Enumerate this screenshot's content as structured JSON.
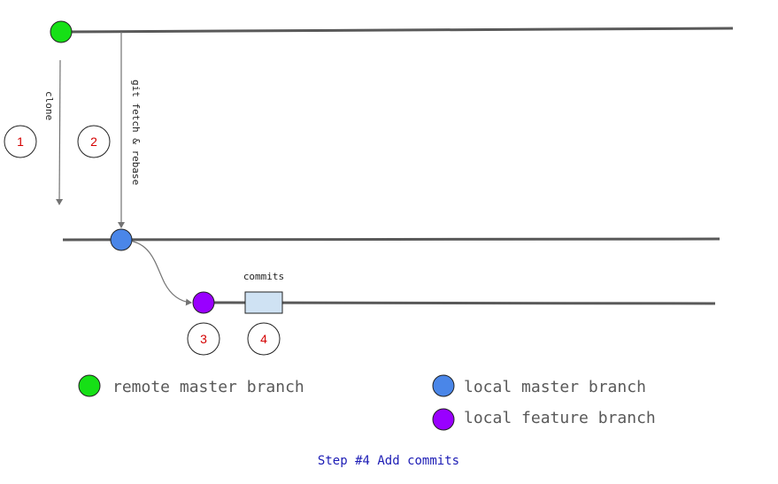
{
  "colors": {
    "line": "#595959",
    "arrow": "#737373",
    "remote_node": "#16e016",
    "local_master_node": "#4a86e8",
    "feature_node": "#9900ff",
    "commit_box": "#cfe2f3",
    "step_number": "#d40000",
    "caption": "#1c1cb5",
    "legend_text": "#595959"
  },
  "arrows": {
    "clone_label": "clone",
    "fetch_label": "git fetch & rebase"
  },
  "steps": [
    {
      "number": "1"
    },
    {
      "number": "2"
    },
    {
      "number": "3"
    },
    {
      "number": "4"
    }
  ],
  "commits_label": "commits",
  "legend": [
    {
      "label": "remote master branch",
      "color_key": "remote_node"
    },
    {
      "label": "local master branch",
      "color_key": "local_master_node"
    },
    {
      "label": "local feature branch",
      "color_key": "feature_node"
    }
  ],
  "caption": "Step #4 Add commits"
}
